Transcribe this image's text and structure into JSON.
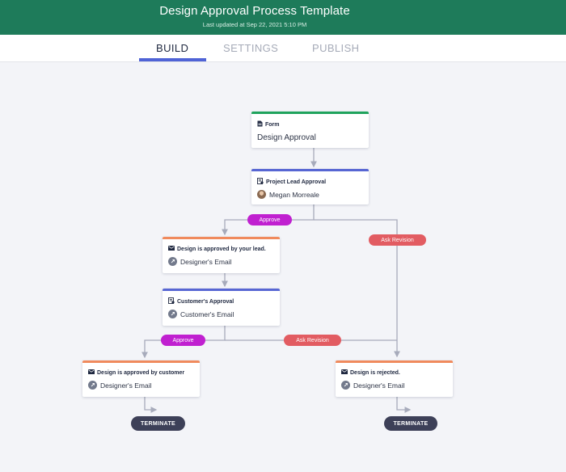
{
  "header": {
    "title": "Design Approval Process Template",
    "subtitle": "Last updated at Sep 22, 2021 5:10 PM"
  },
  "tabs": [
    {
      "label": "BUILD",
      "active": true
    },
    {
      "label": "SETTINGS",
      "active": false
    },
    {
      "label": "PUBLISH",
      "active": false
    }
  ],
  "nodes": {
    "form": {
      "kind": "Form",
      "value": "Design Approval",
      "accent": "#1fa35c"
    },
    "lead_approval": {
      "kind": "Project Lead Approval",
      "value": "Megan Morreale",
      "accent": "#5766d3"
    },
    "approved_by_lead": {
      "kind": "Design is approved by your lead.",
      "value": "Designer's Email",
      "accent": "#f08a5d"
    },
    "customer_approval": {
      "kind": "Customer's Approval",
      "value": "Customer's Email",
      "accent": "#5766d3"
    },
    "approved_by_customer": {
      "kind": "Design is approved by customer",
      "value": "Designer's Email",
      "accent": "#f08a5d"
    },
    "rejected": {
      "kind": "Design is rejected.",
      "value": "Designer's Email",
      "accent": "#f08a5d"
    }
  },
  "branches": {
    "approve_1": "Approve",
    "revise_1": "Ask Revision",
    "approve_2": "Approve",
    "revise_2": "Ask Revision"
  },
  "terminals": {
    "left": "TERMINATE",
    "right": "TERMINATE"
  },
  "colors": {
    "header_bg": "#1e7b5a",
    "tab_active_underline": "#4f63d6",
    "approve_pill": "#c020d0",
    "revision_pill": "#e25c62",
    "connector": "#a7abbb",
    "terminate_pill": "#3d4058"
  },
  "icons": {
    "form": "document-icon",
    "approval": "approval-form-icon",
    "email": "envelope-icon",
    "email_recipient": "link-icon"
  }
}
